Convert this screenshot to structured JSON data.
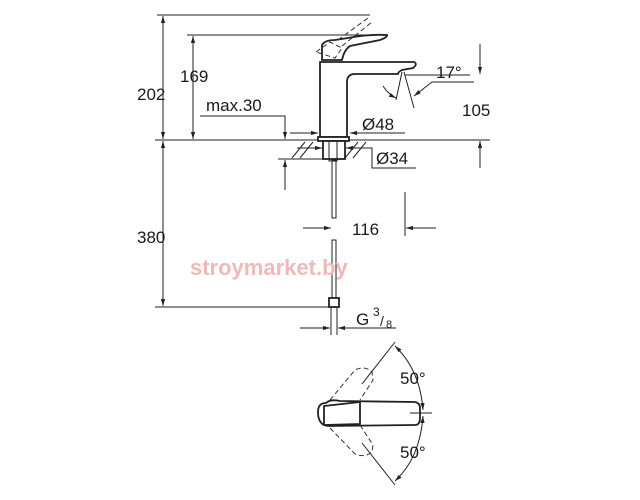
{
  "dimensions": {
    "total_height": "202",
    "spout_height": "169",
    "max_deck_thickness": "max.30",
    "base_diameter": "Ø48",
    "hole_diameter": "Ø34",
    "spout_angle": "17°",
    "outlet_height": "105",
    "projection": "116",
    "hose_length": "380",
    "connection": "G",
    "connection_num": "3",
    "connection_den": "8",
    "handle_angle_up": "50°",
    "handle_angle_down": "50°"
  },
  "watermark": "stroymarket.by"
}
